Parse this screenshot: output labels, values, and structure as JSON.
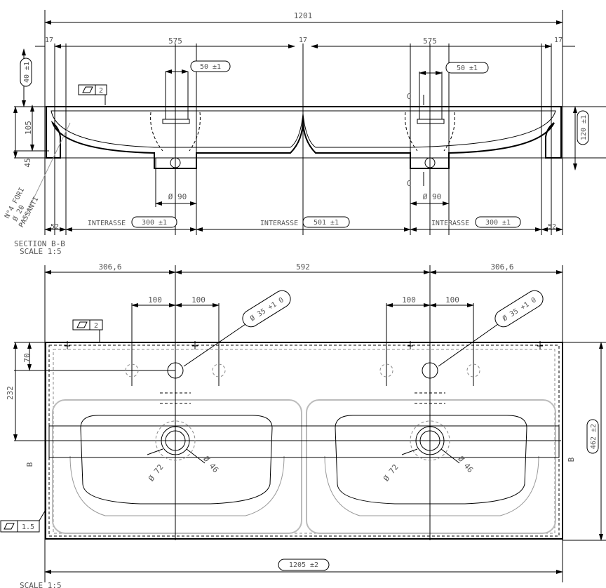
{
  "section_view": {
    "overall_width": "1201",
    "wall_left": "17",
    "wall_center": "17",
    "wall_right": "17",
    "basin_left_width": "575",
    "basin_right_width": "575",
    "rim_height": "40 ±1",
    "drain_left": "50 ±1",
    "drain_right": "50 ±1",
    "flatness_value": "2",
    "section_mark_top": "C",
    "section_mark_bottom": "C",
    "depth": "105",
    "bottom_thickness": "45",
    "total_height": "120 ±1",
    "outlet_left": "Ø 90",
    "outlet_right": "Ø 90",
    "holes_note": [
      "N°4 FORI",
      "Ø 20",
      "PASSANTI"
    ],
    "edge_left": "52",
    "edge_right": "52",
    "interasse_label": "INTERASSE",
    "interasse_left": "300 ±1",
    "interasse_center": "501 ±1",
    "interasse_right": "300 ±1",
    "title": "SECTION B-B",
    "scale": "SCALE 1:5"
  },
  "plan_view": {
    "offset_left": "306,6",
    "center_distance": "592",
    "offset_right": "306,6",
    "tap_spacing": [
      "100",
      "100",
      "100",
      "100"
    ],
    "tap_hole_left": "Ø 35 +1 0",
    "tap_hole_right": "Ø 35 +1 0",
    "flatness_value": "2",
    "tap_offset": "70",
    "drain_offset": "232",
    "section_mark_left": "B",
    "section_mark_right": "B",
    "depth": "462 ±2",
    "drain_outer_left": "Ø 72",
    "drain_inner_left": "Ø 46",
    "drain_outer_right": "Ø 72",
    "drain_inner_right": "Ø 46",
    "flatness_bottom": "1.5",
    "overall_width": "1205 ±2",
    "scale": "SCALE 1:5"
  }
}
